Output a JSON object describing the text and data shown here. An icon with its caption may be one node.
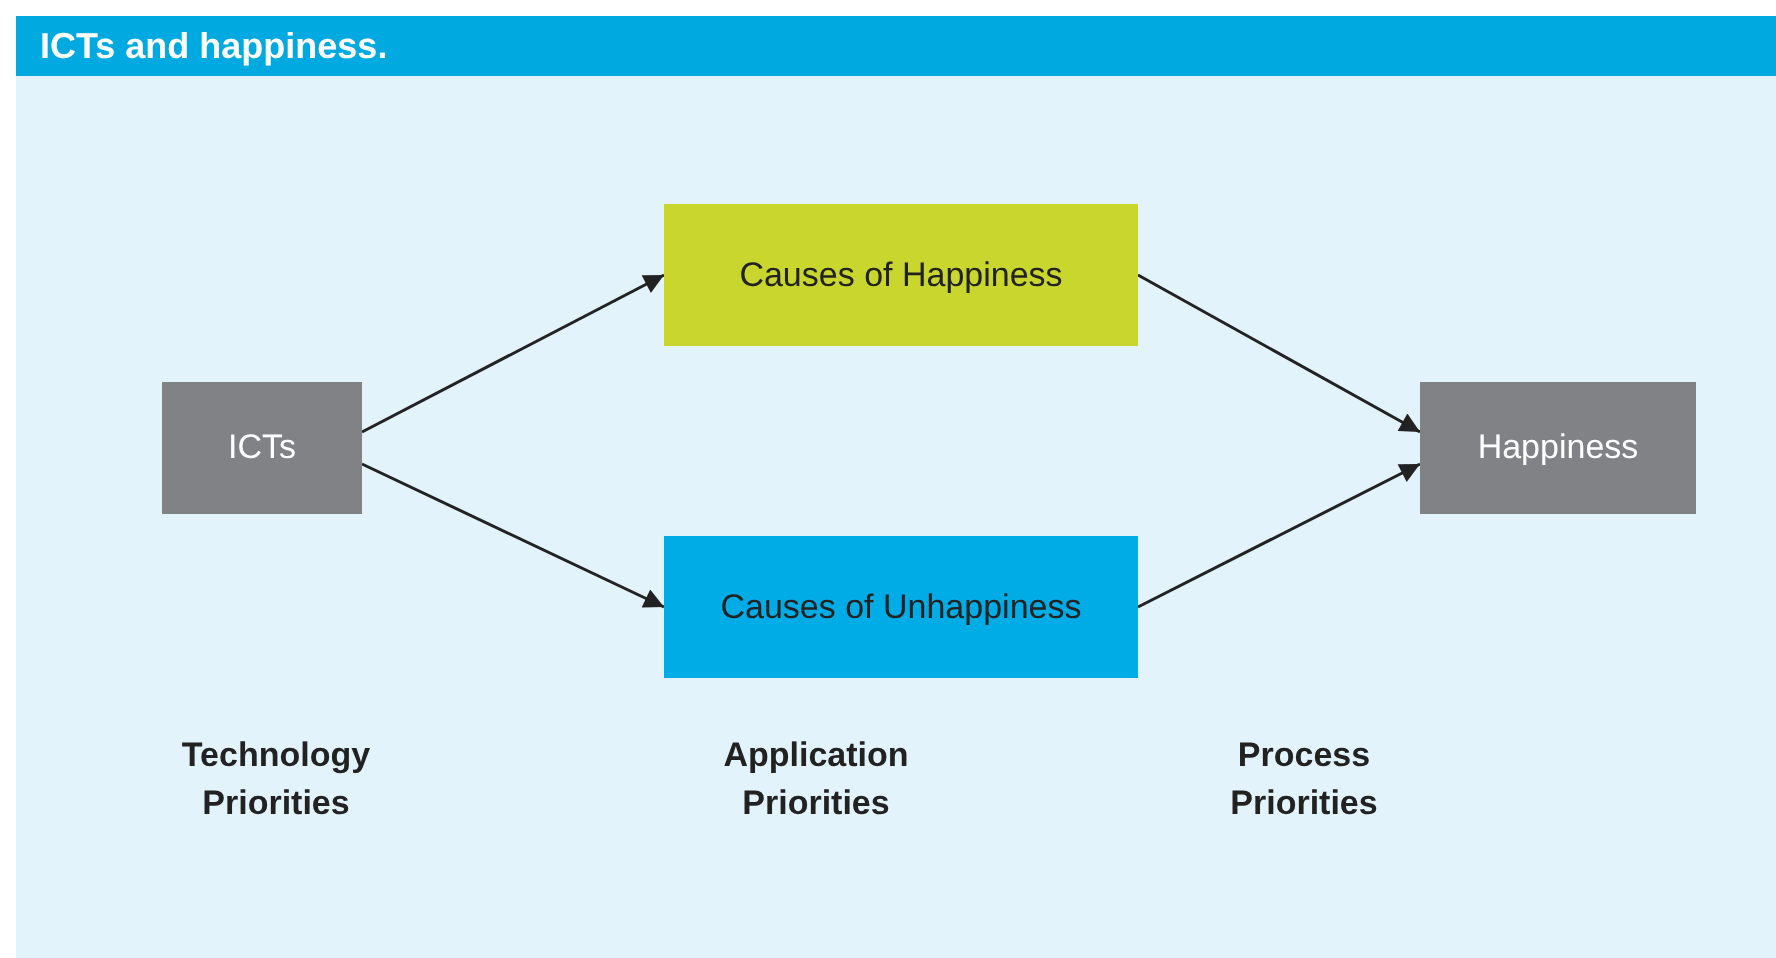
{
  "diagram": {
    "title": "ICTs and happiness.",
    "nodes": [
      {
        "text": [
          "ICTs"
        ]
      },
      {
        "text": [
          "Causes of Happiness"
        ]
      },
      {
        "text": [
          "Causes of Unhappiness"
        ]
      },
      {
        "text": [
          "Happiness"
        ]
      }
    ],
    "edges": [
      {
        "from": 0,
        "to": 1,
        "arrow": "to"
      },
      {
        "from": 0,
        "to": 2,
        "arrow": "to"
      },
      {
        "from": 1,
        "to": 3,
        "arrow": "to"
      },
      {
        "from": 2,
        "to": 3,
        "arrow": "to"
      }
    ],
    "labels": [
      "Technology Priorities",
      "Application Priorities",
      "Process Priorities"
    ]
  }
}
